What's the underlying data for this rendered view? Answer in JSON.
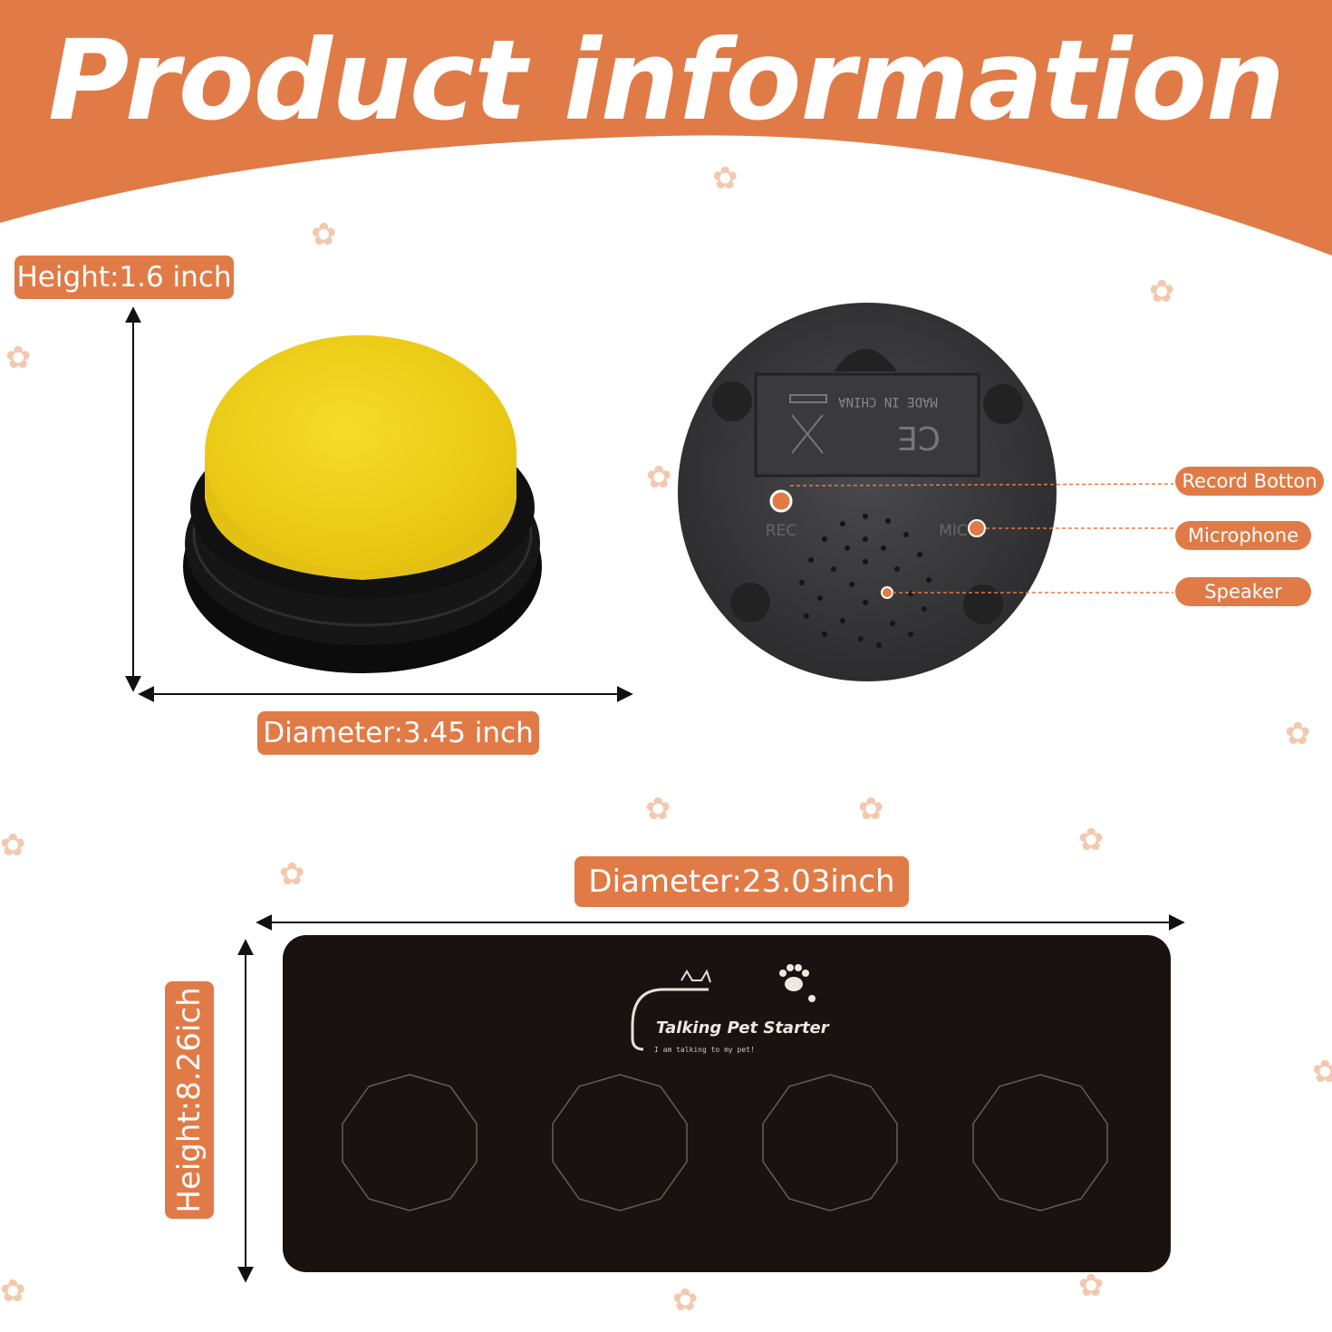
{
  "header": {
    "title": "Product information",
    "color": "#e07b47"
  },
  "dimensions": {
    "button_height": "Height:1.6 inch",
    "button_diameter": "Diameter:3.45 inch",
    "mat_width": "Diameter:23.03inch",
    "mat_height": "Height:8.26ich"
  },
  "callouts": {
    "record": "Record Botton",
    "microphone": "Microphone",
    "speaker": "Speaker"
  },
  "device_back": {
    "rec_text": "REC",
    "mic_text": "MIC",
    "made_text": "MADE IN CHINA"
  },
  "mat": {
    "brand": "Talking Pet Starter",
    "tagline": "I am talking to my pet!",
    "slots": 4
  },
  "colors": {
    "accent": "#e07b47",
    "button_top": "#f2d21c",
    "mat": "#1a1210",
    "paw": "#f3c8ad"
  }
}
